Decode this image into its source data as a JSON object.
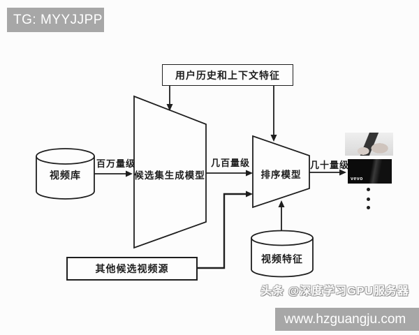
{
  "watermarks": {
    "top_badge": "TG: MYYJJPP",
    "bottom_credit": "头条 @深度学习GPU服务器",
    "bottom_bar_url": "www.hzguangju.com"
  },
  "diagram": {
    "top_feature_box": "用户历史和上下文特征",
    "video_db_cylinder": "视频库",
    "candidate_model": "候选集生成模型",
    "ranking_model": "排序模型",
    "video_features_cylinder": "视频特征",
    "other_sources_box": "其他候选视频源",
    "edge_labels": {
      "millions": "百万量级",
      "hundreds": "几百量级",
      "tens": "几十量级"
    },
    "thumbnail_logo": "vevo"
  },
  "colors": {
    "badge_gray": "#a7a7a7",
    "line_color": "#1e1e1e",
    "background": "#fcfcfc"
  }
}
